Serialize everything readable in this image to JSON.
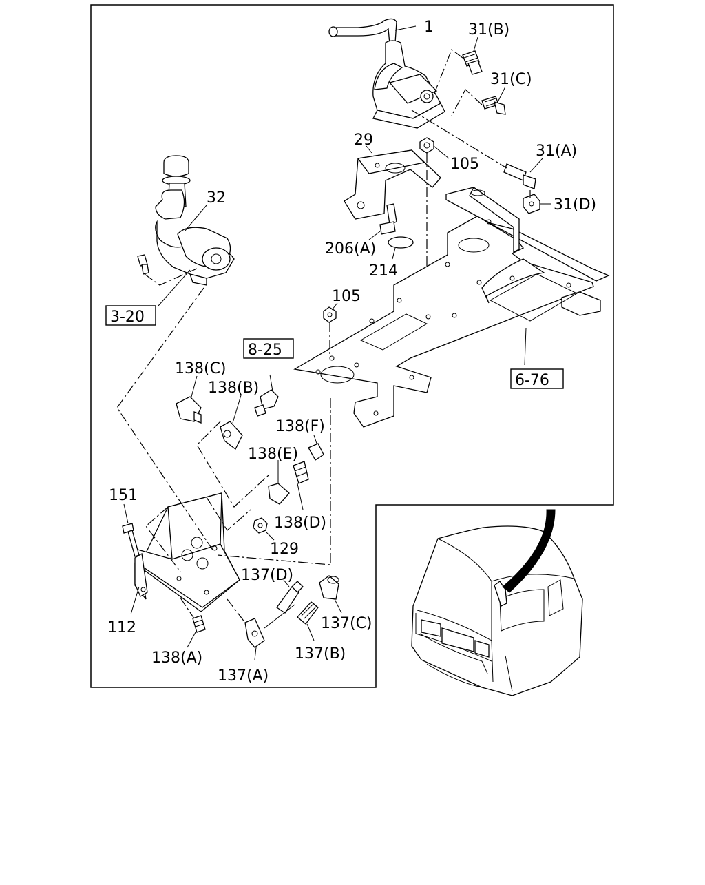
{
  "callouts": {
    "c1": "1",
    "c31b": "31(B)",
    "c31c": "31(C)",
    "c31a": "31(A)",
    "c31d": "31(D)",
    "c29": "29",
    "c105a": "105",
    "c105b": "105",
    "c206a": "206(A)",
    "c214": "214",
    "c32": "32",
    "c151": "151",
    "c112": "112",
    "c129": "129",
    "c138a": "138(A)",
    "c138b": "138(B)",
    "c138c": "138(C)",
    "c138d": "138(D)",
    "c138e": "138(E)",
    "c138f": "138(F)",
    "c137a": "137(A)",
    "c137b": "137(B)",
    "c137c": "137(C)",
    "c137d": "137(D)"
  },
  "references": {
    "r320": "3-20",
    "r825": "8-25",
    "r676": "6-76"
  }
}
